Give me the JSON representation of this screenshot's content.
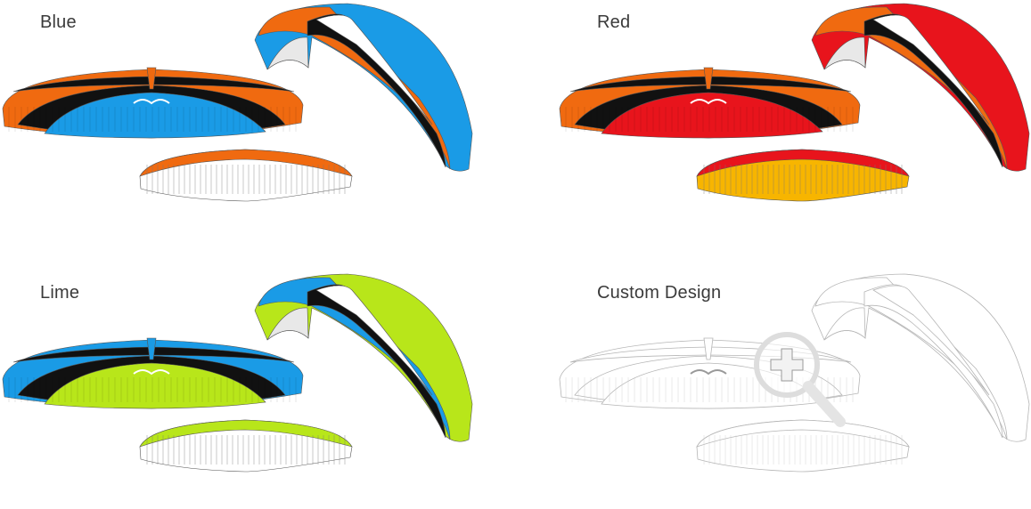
{
  "options": [
    {
      "label": "Blue",
      "main": "#1a9be6",
      "accent": "#f06a10",
      "under": "#ffffff",
      "edge": "#f06a10",
      "outline": "#555555"
    },
    {
      "label": "Red",
      "main": "#e8141c",
      "accent": "#f06a10",
      "under": "#f7b500",
      "edge": "#e8141c",
      "outline": "#555555"
    },
    {
      "label": "Lime",
      "main": "#b8e61a",
      "accent": "#1a9be6",
      "under": "#ffffff",
      "edge": "#b8e61a",
      "outline": "#555555"
    },
    {
      "label": "Custom Design",
      "main": "#ffffff",
      "accent": "#ffffff",
      "under": "#ffffff",
      "edge": "#ffffff",
      "outline": "#b5b5b5",
      "custom": true,
      "icon": "zoom-plus-icon"
    }
  ]
}
